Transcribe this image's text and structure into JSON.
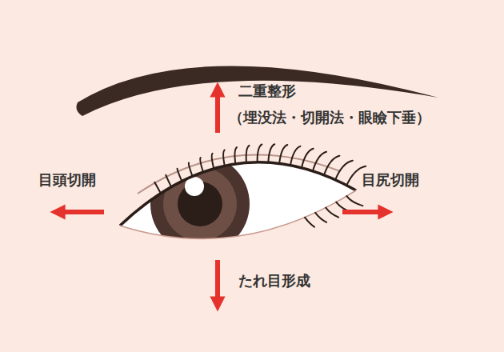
{
  "diagram": {
    "labels": [
      "二重整形",
      "（埋没法・切開法・眼瞼下垂）",
      "目頭切開",
      "目尻切開",
      "たれ目形成"
    ]
  }
}
